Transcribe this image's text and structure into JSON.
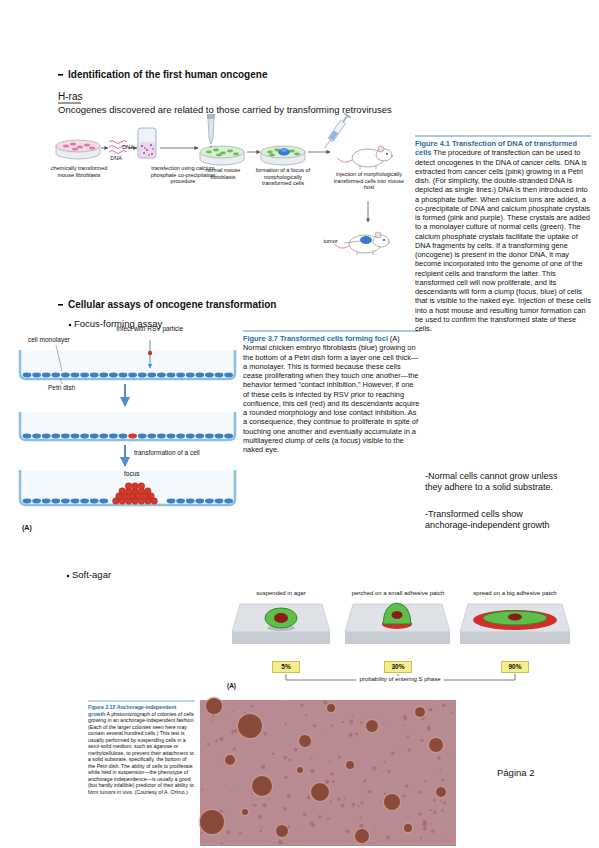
{
  "diagram": {
    "nodes": [
      {
        "text": [
          "5%"
        ]
      },
      {
        "text": [
          "30%"
        ]
      },
      {
        "text": [
          "90%"
        ]
      }
    ],
    "labels": [
      "Identification of the first human oncogene",
      "H-ras",
      "Oncogenes discovered are related to those carried by transforming retroviruses",
      "chemically transformed mouse fibroblasts",
      "DNA",
      "DNA",
      "transfection using calcium phosphate co-precipitation procedure",
      "normal mouse fibroblasts",
      "formation of a focus of morphologically transformed cells",
      "injection of morphologically transformed cells into mouse host",
      "tumor",
      "Figure 4.1 Transfection of DNA of transformed cells",
      "The procedure of transfection can be used to detect oncogenes in the DNA of cancer cells. DNA is extracted from cancer cells (pink) growing in a Petri dish. (For simplicity, the double-stranded DNA is depicted as single lines.) DNA is then introduced into a phosphate buffer. When calcium ions are added, a co-precipitate of DNA and calcium phosphate crystals is formed (pink and purple). These crystals are added to a monolayer culture of normal cells (green). The calcium phosphate crystals facilitate the uptake of DNA fragments by cells. If a transforming gene (oncogene) is present in the donor DNA, it may become incorporated into the genome of one of the recipient cells and transform the latter. This transformed cell will now proliferate, and its descendants will form a clump (focus, blue) of cells that is visible to the naked eye. Injection of these cells into a host mouse and resulting tumor formation can be used to confirm the transformed state of these cells.",
      "Cellular assays of oncogene transformation",
      "Focus-forming assay",
      "cell monolayer",
      "infect with RSV particle",
      "Petri dish",
      "transformation of a cell",
      "focus",
      "(A)",
      "Figure 3.7 Transformed cells forming foci",
      "(A) Normal chicken embryo fibroblasts (blue) growing on the bottom of a Petri dish form a layer one cell thick—a monolayer. This is formed because these cells cease proliferating when they touch one another—the behavior termed “contact inhibition.” However, if one of these cells is infected by RSV prior to reaching confluence, this cell (red) and its descendants acquire a rounded morphology and lose contact inhibition. As a consequence, they continue to proliferate in spite of touching one another and eventually accumulate in a multilayered clump of cells (a focus) visible to the naked eye.",
      "-Normal cells cannot grow unless they adhere to a solid substrate.",
      "-Transformed cells show anchorage-independent growth",
      "Soft-agar",
      "suspended in agar",
      "perched on a small adhesive patch",
      "spread on a big adhesive patch",
      "probability of entering S phase",
      "(A)",
      "Figure 3.12 Anchorage-independent growth",
      "A photomicrograph of colonies of cells growing in an anchorage-independent fashion. (Each of the larger colonies seen here may contain several hundred cells.) This test is usually performed by suspending cells in a semi-solid medium, such as agarose or methylcellulose, to prevent their attachment to a solid substrate, specifically, the bottom of the Petri dish. The ability of cells to proliferate while held in suspension—the phenotype of anchorage independence—is usually a good (but hardly infallible) predictor of their ability to form tumors in vivo. (Courtesy of A. Orimo.)",
      "Página 2"
    ]
  }
}
